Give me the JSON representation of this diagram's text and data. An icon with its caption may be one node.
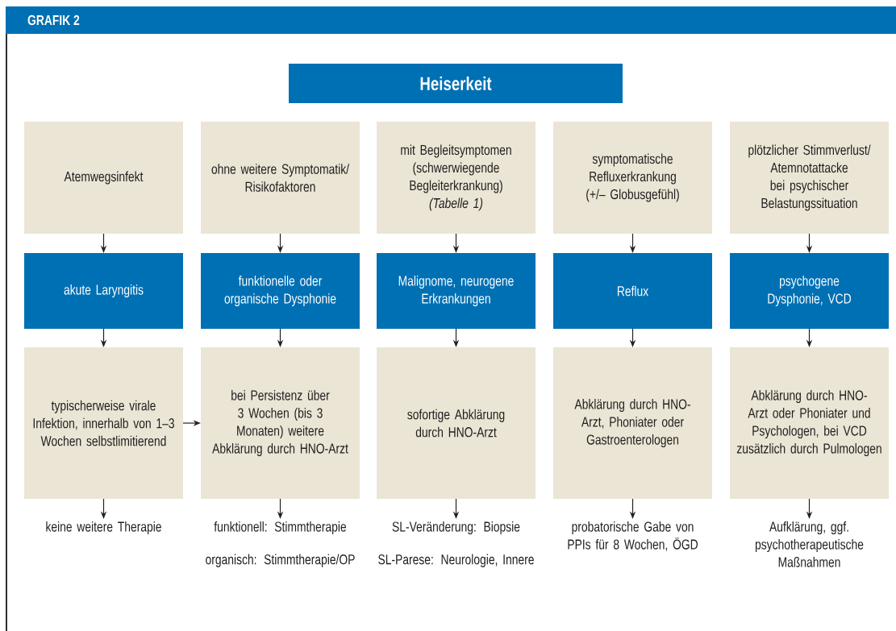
{
  "diagram": {
    "title": "GRAFIK 2",
    "nodes": [
      {
        "text": [
          "Heiserkeit"
        ]
      },
      {
        "text": [
          "Atemwegsinfekt"
        ]
      },
      {
        "text": [
          "ohne weitere Symptomatik/ Risikofaktoren"
        ]
      },
      {
        "text": [
          "mit Begleitsymptomen (schwerwiegende Begleiterkrankung) *(Tabelle 1)*"
        ]
      },
      {
        "text": [
          "symptomatische Refluxerkrankung (+/– Globusgefühl)"
        ]
      },
      {
        "text": [
          "plötzlicher Stimmverlust/ Atemnotattacke bei psychischer Belastungssituation"
        ]
      },
      {
        "text": [
          "akute Laryngitis"
        ]
      },
      {
        "text": [
          "funktionelle oder organische Dysphonie"
        ]
      },
      {
        "text": [
          "Malignome, neurogene Erkrankungen"
        ]
      },
      {
        "text": [
          "Reflux"
        ]
      },
      {
        "text": [
          "psychogene Dysphonie, VCD"
        ]
      },
      {
        "text": [
          "typischerweise virale Infektion, innerhalb von 1–3 Wochen selbstlimitierend"
        ]
      },
      {
        "text": [
          "bei Persistenz über 3 Wochen (bis 3 Monaten) weitere Abklärung durch HNO-Arzt"
        ]
      },
      {
        "text": [
          "sofortige Abklärung durch HNO-Arzt"
        ]
      },
      {
        "text": [
          "Abklärung durch HNO-Arzt, Phoniater oder Gastroenterologen"
        ]
      },
      {
        "text": [
          "Abklärung durch HNO-Arzt oder Phoniater und Psychologen, bei VCD zusätzlich durch Pulmologen"
        ]
      },
      {
        "text": [
          "keine weitere Therapie"
        ]
      },
      {
        "text": [
          "funktionell: Stimmtherapie",
          "organisch: Stimmtherapie/OP"
        ]
      },
      {
        "text": [
          "SL-Veränderung: Biopsie",
          "SL-Parese: Neurologie, Innere"
        ]
      },
      {
        "text": [
          "probatorische Gabe von PPIs für 8 Wochen, ÖGD"
        ]
      },
      {
        "text": [
          "Aufklärung, ggf. psychotherapeutische Maßnahmen"
        ]
      }
    ],
    "edges": [
      {
        "from": 1,
        "to": 6,
        "arrow": "to"
      },
      {
        "from": 2,
        "to": 7,
        "arrow": "to"
      },
      {
        "from": 3,
        "to": 8,
        "arrow": "to"
      },
      {
        "from": 4,
        "to": 9,
        "arrow": "to"
      },
      {
        "from": 5,
        "to": 10,
        "arrow": "to"
      },
      {
        "from": 6,
        "to": 11,
        "arrow": "to"
      },
      {
        "from": 7,
        "to": 12,
        "arrow": "to"
      },
      {
        "from": 8,
        "to": 13,
        "arrow": "to"
      },
      {
        "from": 9,
        "to": 14,
        "arrow": "to"
      },
      {
        "from": 10,
        "to": 15,
        "arrow": "to"
      },
      {
        "from": 11,
        "to": 12,
        "arrow": "to"
      },
      {
        "from": 11,
        "to": 16,
        "arrow": "to"
      },
      {
        "from": 12,
        "to": 17,
        "arrow": "to"
      },
      {
        "from": 13,
        "to": 18,
        "arrow": "to"
      },
      {
        "from": 14,
        "to": 19,
        "arrow": "to"
      },
      {
        "from": 15,
        "to": 20,
        "arrow": "to"
      }
    ]
  }
}
